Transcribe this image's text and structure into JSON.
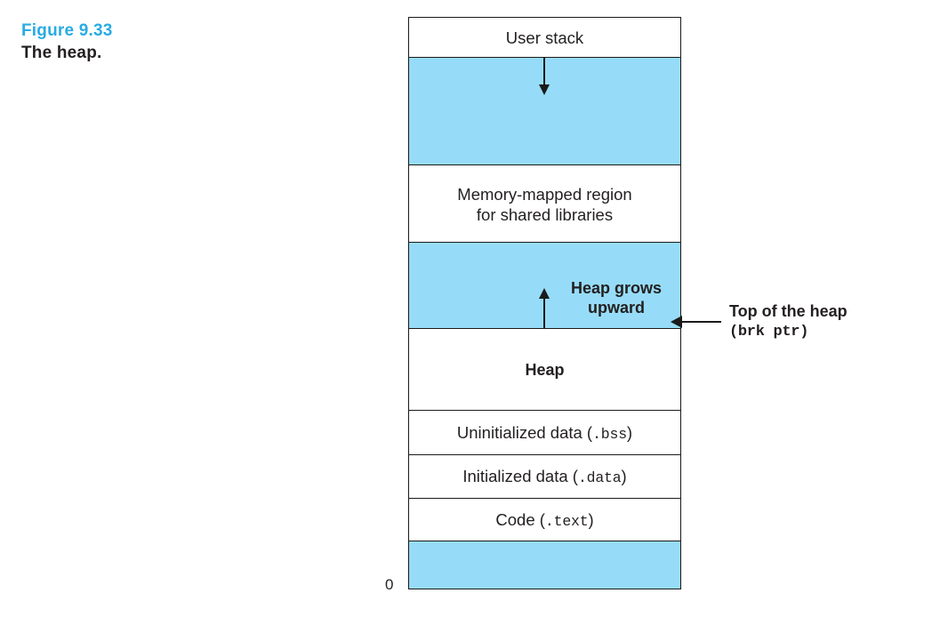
{
  "caption": {
    "figure_number": "Figure 9.33",
    "title": "The heap.",
    "accent_color": "#29ABE2",
    "text_color": "#231F20"
  },
  "diagram": {
    "type": "memory-layout",
    "fill_color": "#96DCF8",
    "border_color": "#1a1a1a",
    "blocks": [
      {
        "name": "user-stack",
        "label": "User stack",
        "filled": false,
        "bold": false
      },
      {
        "name": "stack-gap",
        "label": "",
        "filled": true,
        "bold": false
      },
      {
        "name": "memory-mapped",
        "label": "Memory-mapped region\nfor shared libraries",
        "filled": false,
        "bold": false
      },
      {
        "name": "heap-gap",
        "label": "",
        "filled": true,
        "bold": false
      },
      {
        "name": "heap",
        "label": "Heap",
        "filled": false,
        "bold": true
      },
      {
        "name": "uninitialized-data",
        "label_prefix": "Uninitialized data (",
        "label_mono": ".bss",
        "label_suffix": ")",
        "filled": false,
        "bold": false
      },
      {
        "name": "initialized-data",
        "label_prefix": "Initialized data (",
        "label_mono": ".data",
        "label_suffix": ")",
        "filled": false,
        "bold": false
      },
      {
        "name": "code",
        "label_prefix": "Code (",
        "label_mono": ".text",
        "label_suffix": ")",
        "filled": false,
        "bold": false
      },
      {
        "name": "reserved",
        "label": "",
        "filled": true,
        "bold": false
      }
    ],
    "stack_direction_arrow": "down-arrow",
    "heap_direction_arrow": "up-arrow",
    "heap_grows_label": "Heap grows\nupward",
    "zero_address_label": "0"
  },
  "callout": {
    "arrow": "left-arrow",
    "line1": "Top of the heap",
    "line2": "(brk ptr)"
  }
}
